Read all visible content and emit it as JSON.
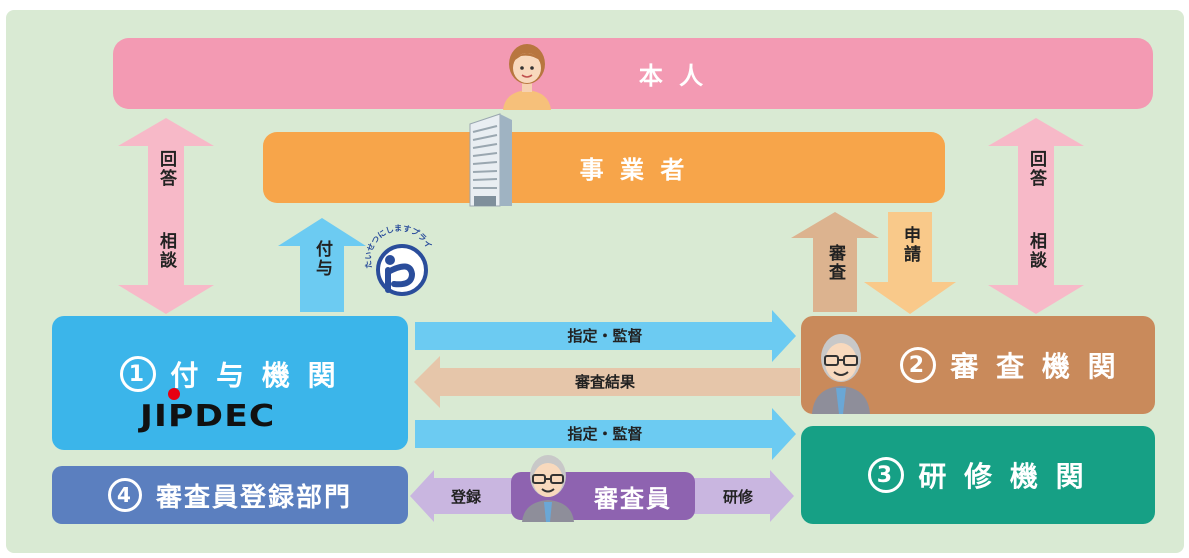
{
  "nodes": {
    "person": {
      "label": "本 人"
    },
    "business": {
      "label": "事 業 者"
    },
    "grant_org": {
      "number": "1",
      "label": "付 与 機 関",
      "logo_text": "JIPDEC"
    },
    "review_org": {
      "number": "2",
      "label": "審 査 機 関"
    },
    "training_org": {
      "number": "3",
      "label": "研 修 機 関"
    },
    "registration_dept": {
      "number": "4",
      "label": "審査員登録部門"
    },
    "reviewer": {
      "label": "審査員"
    }
  },
  "edges": {
    "consult_left": {
      "label_top": "回答",
      "label_bottom": "相談"
    },
    "consult_right": {
      "label_top": "回答",
      "label_bottom": "相談"
    },
    "grant": {
      "label": "付与"
    },
    "audit": {
      "label": "審査"
    },
    "apply": {
      "label": "申請"
    },
    "designate_review": {
      "label": "指定・監督"
    },
    "review_result": {
      "label": "審査結果"
    },
    "designate_training": {
      "label": "指定・監督"
    },
    "register": {
      "label": "登録"
    },
    "training": {
      "label": "研修"
    }
  },
  "pmark": {
    "arc_text": "たいせつにしますプライバシー"
  },
  "colors": {
    "background": "#d9ead3",
    "person": "#f39ab3",
    "business": "#f7a54a",
    "grant_org": "#3bb5ea",
    "review_org": "#c98a5b",
    "training_org": "#16a085",
    "registration_dept": "#5b7fbf",
    "reviewer": "#8e63b0"
  }
}
